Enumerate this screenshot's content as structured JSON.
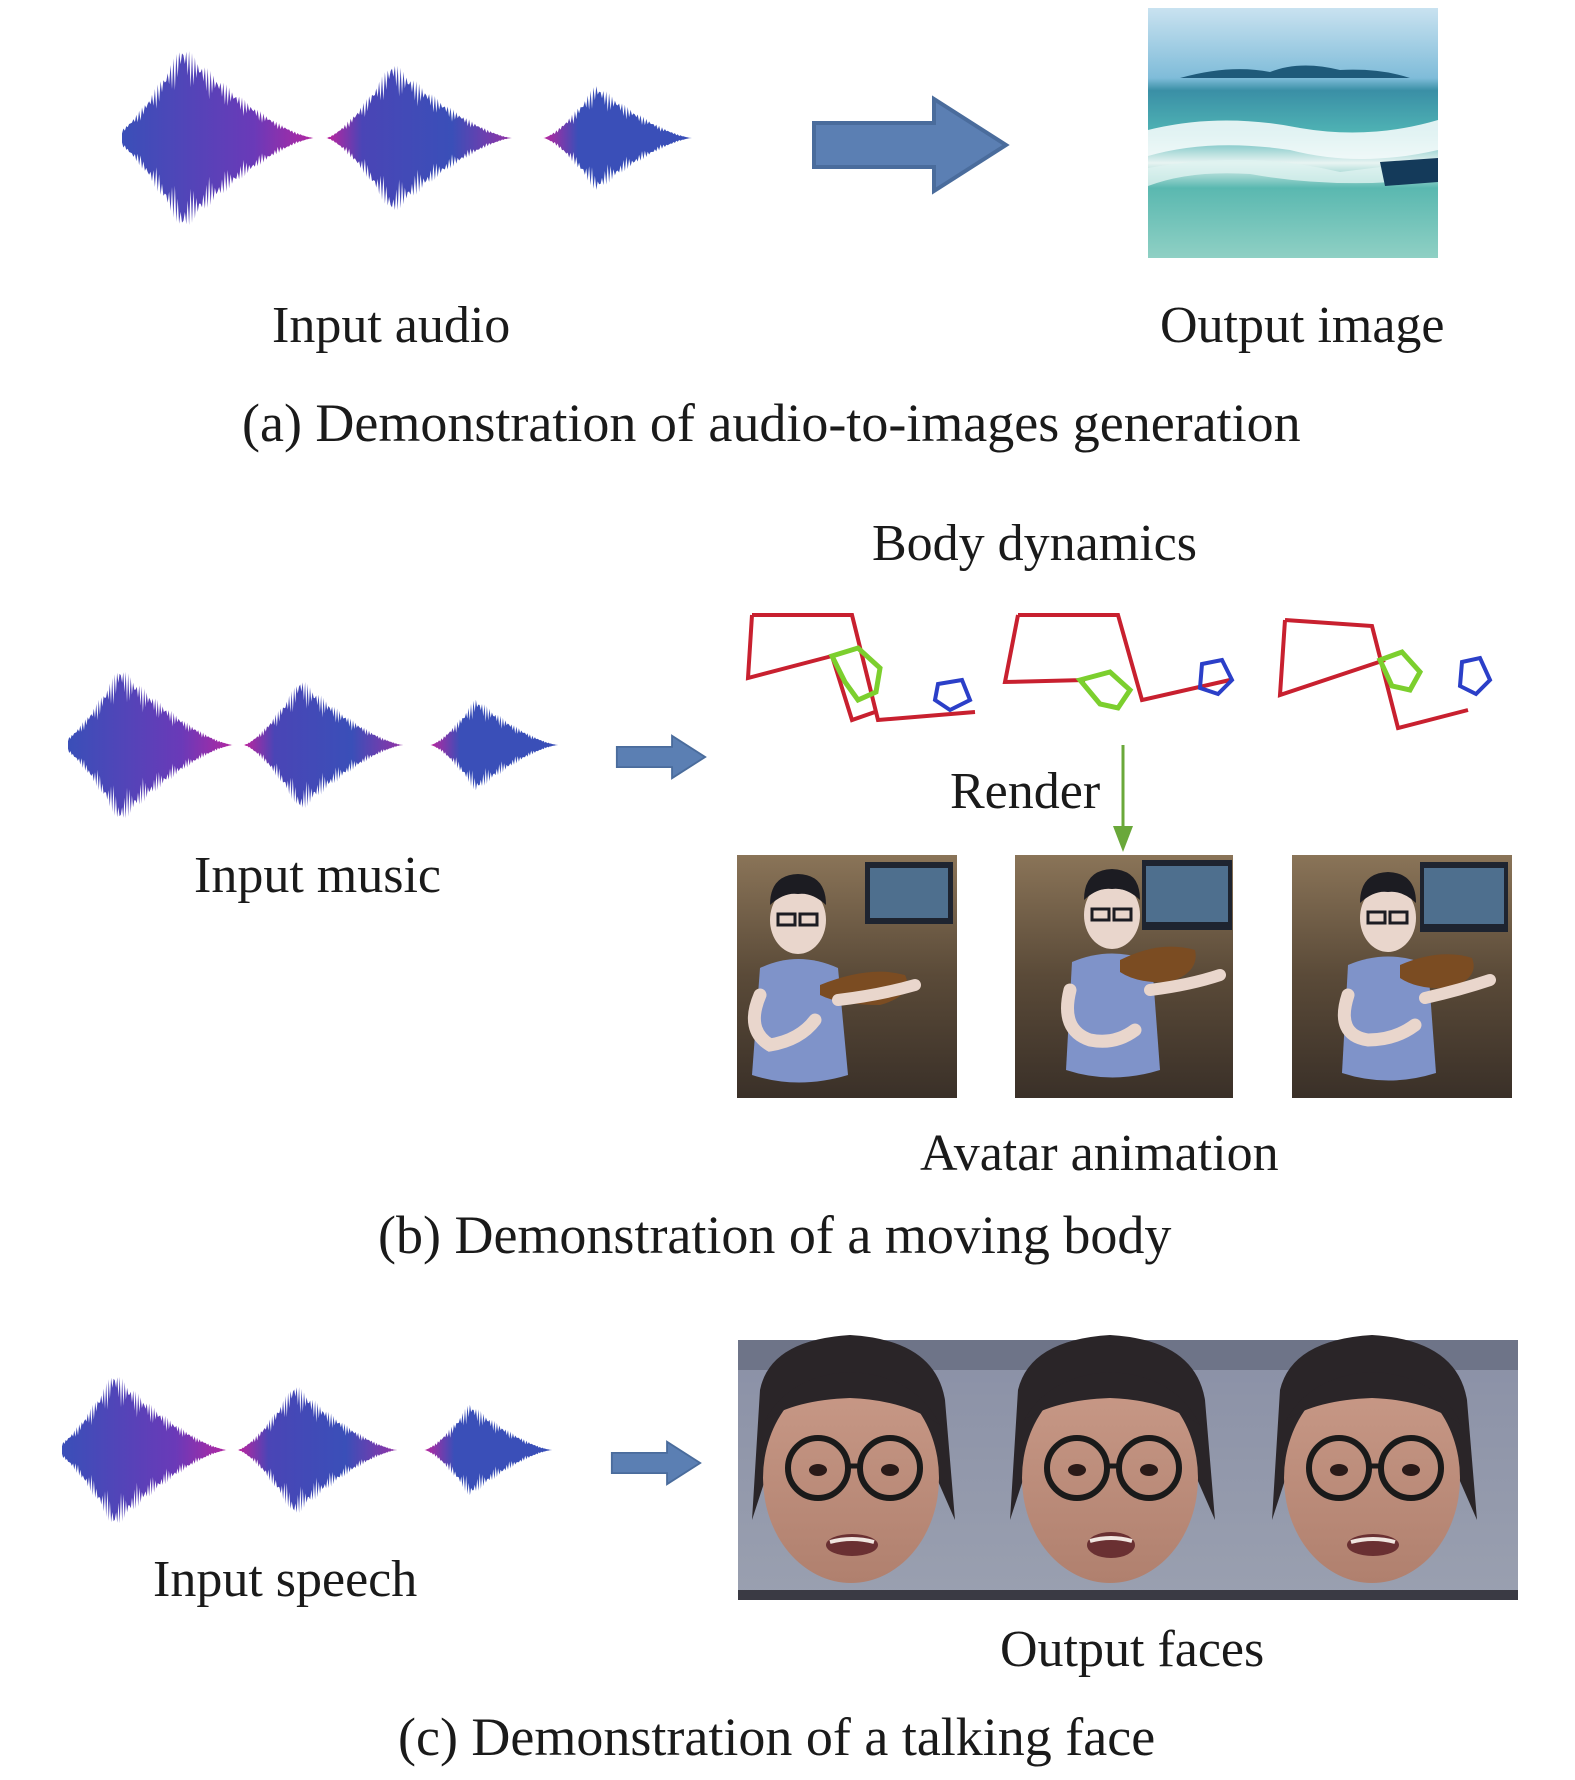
{
  "panel_a": {
    "input_label": "Input audio",
    "output_label": "Output image",
    "caption": "(a) Demonstration of audio-to-images generation"
  },
  "panel_b": {
    "top_label": "Body dynamics",
    "render_label": "Render",
    "input_label": "Input music",
    "bottom_label": "Avatar animation",
    "caption": "(b) Demonstration of a moving body"
  },
  "panel_c": {
    "input_label": "Input speech",
    "output_label": "Output faces",
    "caption": "(c) Demonstration of a talking face"
  },
  "colors": {
    "waveform_blue": "#3a4fb8",
    "waveform_magenta": "#c0249e",
    "arrow_fill": "#5b7fb3",
    "arrow_stroke": "#4a6c9c",
    "skeleton_red": "#c8202f",
    "skeleton_green": "#7ccf2e",
    "skeleton_blue": "#2b3fc8",
    "render_arrow": "#6aa83a"
  },
  "icons": [
    "waveform",
    "right-arrow",
    "ocean-image",
    "body-skeleton",
    "avatar-frame",
    "face-frame",
    "down-arrow"
  ]
}
